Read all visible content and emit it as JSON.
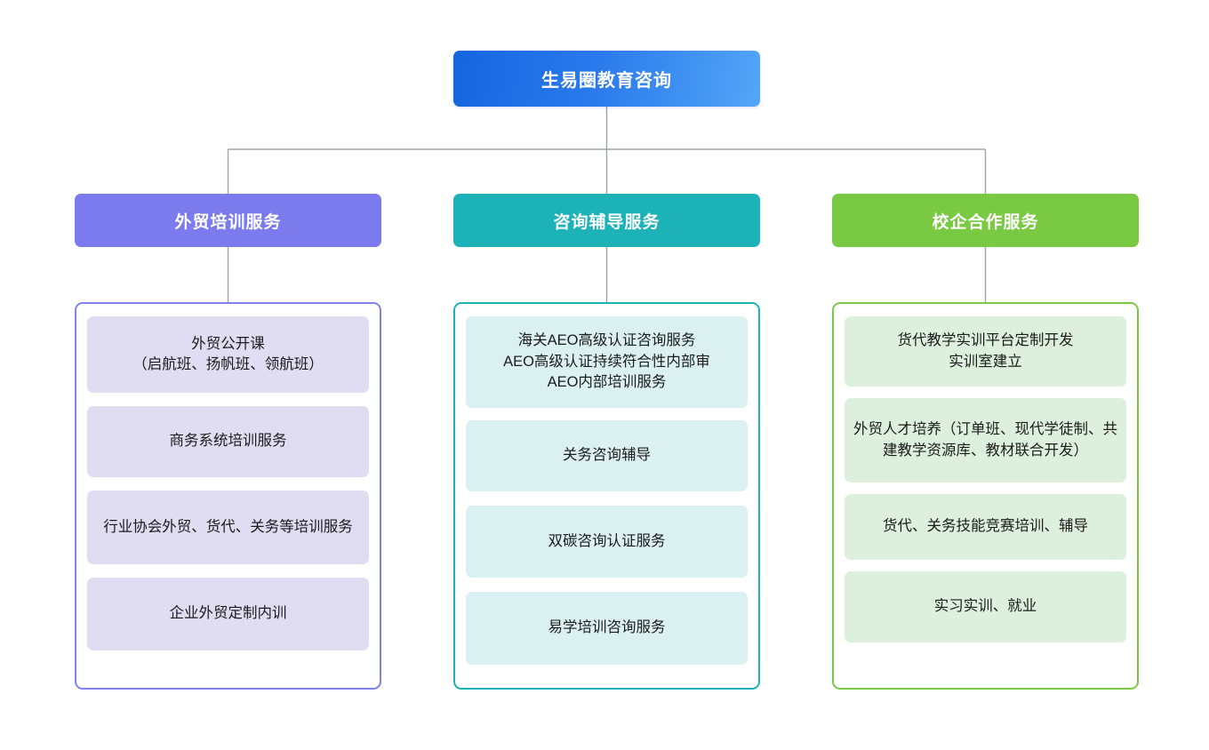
{
  "diagram": {
    "type": "organizational-tree",
    "orientation": "top-down",
    "root": {
      "label": "生易圈教育咨询",
      "color": "#2b7bec",
      "gradient_from": "#1565e0",
      "gradient_to": "#53a6f7"
    },
    "connector_color": "#9aa5b1",
    "branches": [
      {
        "id": "foreign-trade-training",
        "header": "外贸培训服务",
        "header_color": "#7b7bee",
        "panel_border_color": "#8080ee",
        "item_fill_color": "#e0ddf3",
        "items": [
          "外贸公开课\n（启航班、扬帆班、领航班）",
          "商务系统培训服务",
          "行业协会外贸、货代、关务等培训服务",
          "企业外贸定制内训"
        ]
      },
      {
        "id": "consulting-tutoring",
        "header": "咨询辅导服务",
        "header_color": "#1cb2b8",
        "panel_border_color": "#1cb2b8",
        "item_fill_color": "#daf0f1",
        "items": [
          "海关AEO高级认证咨询服务\nAEO高级认证持续符合性内部审\nAEO内部培训服务",
          "关务咨询辅导",
          "双碳咨询认证服务",
          "易学培训咨询服务"
        ]
      },
      {
        "id": "school-enterprise-cooperation",
        "header": "校企合作服务",
        "header_color": "#7ac943",
        "panel_border_color": "#7ac943",
        "item_fill_color": "#ddefdd",
        "items": [
          "货代教学实训平台定制开发\n实训室建立",
          "外贸人才培养（订单班、现代学徒制、共建教学资源库、教材联合开发）",
          "货代、关务技能竞赛培训、辅导",
          "实习实训、就业"
        ]
      }
    ]
  }
}
